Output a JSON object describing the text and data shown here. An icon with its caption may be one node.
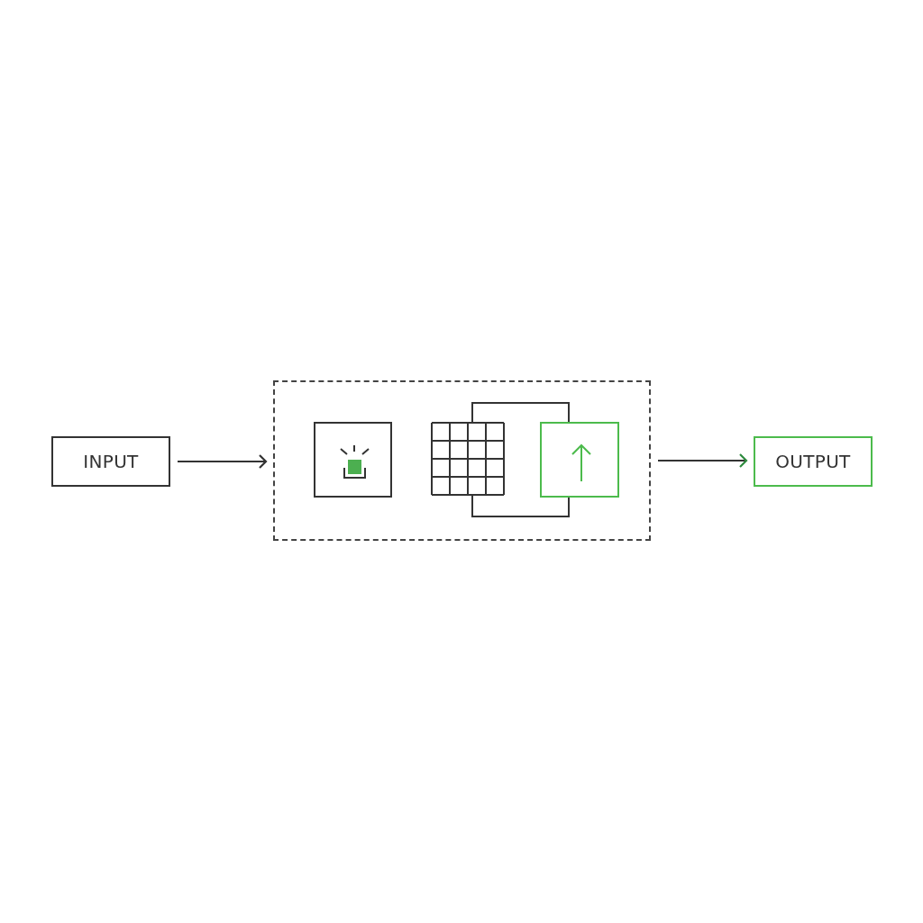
{
  "diagram": {
    "nodes": [
      {
        "text": [
          "INPUT"
        ]
      },
      {
        "text": [],
        "shape": "box"
      },
      {
        "text": [],
        "shape": "box",
        "in": 1
      },
      {
        "text": [],
        "shape": "grid",
        "in": 1
      },
      {
        "text": [],
        "shape": "box",
        "in": 1
      },
      {
        "text": [
          "OUTPUT"
        ]
      }
    ],
    "edges": [
      {
        "from": 0,
        "to": 1,
        "arrow": "to"
      },
      {
        "from": 1,
        "to": 5,
        "arrow": "to"
      }
    ]
  }
}
